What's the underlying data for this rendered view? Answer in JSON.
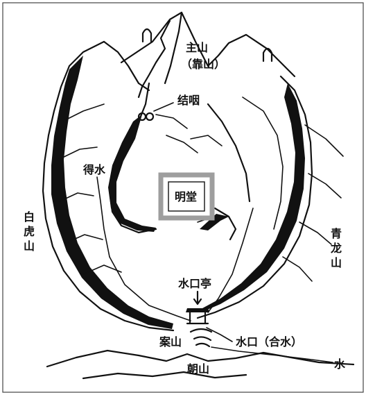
{
  "labels": {
    "main_mountain": "主山",
    "kao_shan": "（靠山）",
    "jie_yan": "结咽",
    "de_shui": "得水",
    "ming_tang": "明堂",
    "bai_hu_shan_1": "白",
    "bai_hu_shan_2": "虎",
    "bai_hu_shan_3": "山",
    "qing_long_shan_1": "青",
    "qing_long_shan_2": "龙",
    "qing_long_shan_3": "山",
    "shui_kou_ting": "水口亭",
    "an_shan": "案山",
    "shui_kou_he_shui": "水口（合水）",
    "chao_shan": "朝山",
    "shui": "水"
  },
  "colors": {
    "ink": "#111111",
    "ming_tang_border": "#9e9e9e",
    "background": "#ffffff"
  }
}
